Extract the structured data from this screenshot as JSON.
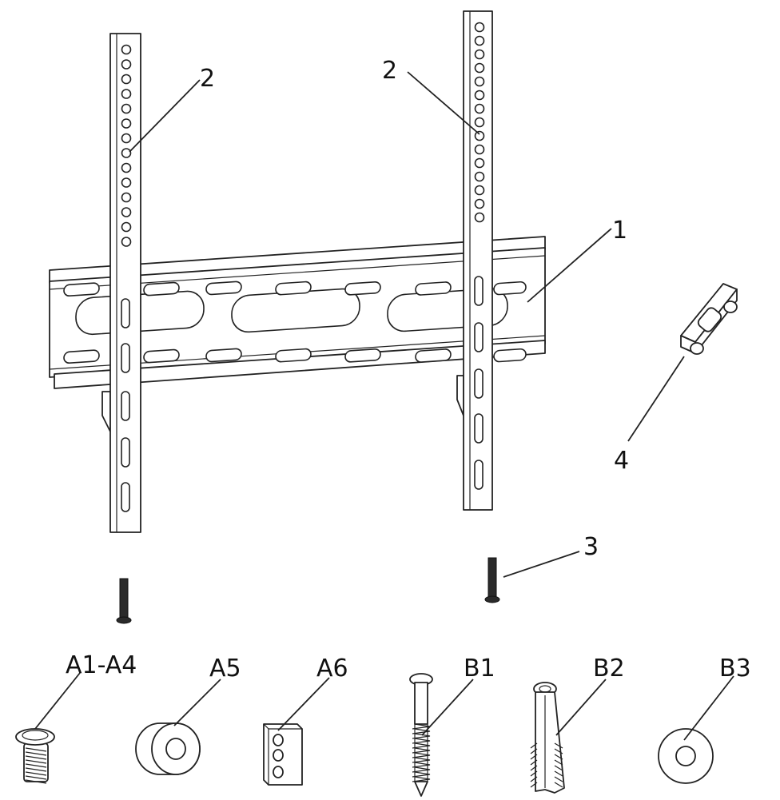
{
  "callouts": {
    "part1": "1",
    "part2_left": "2",
    "part2_right": "2",
    "part3": "3",
    "part4": "4"
  },
  "hardware": {
    "a1_a4": "A1-A4",
    "a5": "A5",
    "a6": "A6",
    "b1": "B1",
    "b2": "B2",
    "b3": "B3"
  }
}
